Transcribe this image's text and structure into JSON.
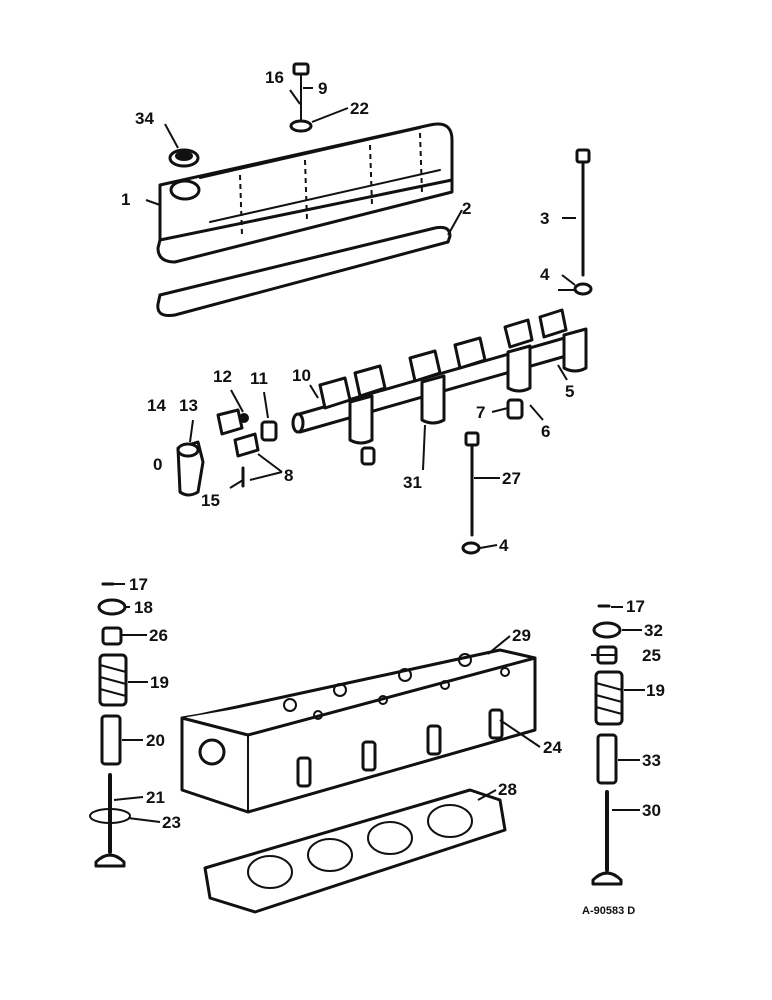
{
  "figure_reference": "A-90583 D",
  "callouts": {
    "c1": "1",
    "c2": "2",
    "c3": "3",
    "c4a": "4",
    "c4b": "4",
    "c5": "5",
    "c6": "6",
    "c7": "7",
    "c8": "8",
    "c9": "9",
    "c10": "10",
    "c11": "11",
    "c12": "12",
    "c13": "13",
    "c14": "14",
    "c14b": "0",
    "c15": "15",
    "c16": "16",
    "c17a": "17",
    "c17b": "17",
    "c18": "18",
    "c19a": "19",
    "c19b": "19",
    "c20": "20",
    "c21": "21",
    "c22": "22",
    "c23": "23",
    "c24": "24",
    "c25": "25",
    "c26": "26",
    "c27": "27",
    "c28": "28",
    "c29": "29",
    "c30": "30",
    "c31": "31",
    "c32": "32",
    "c33": "33",
    "c34": "34"
  }
}
